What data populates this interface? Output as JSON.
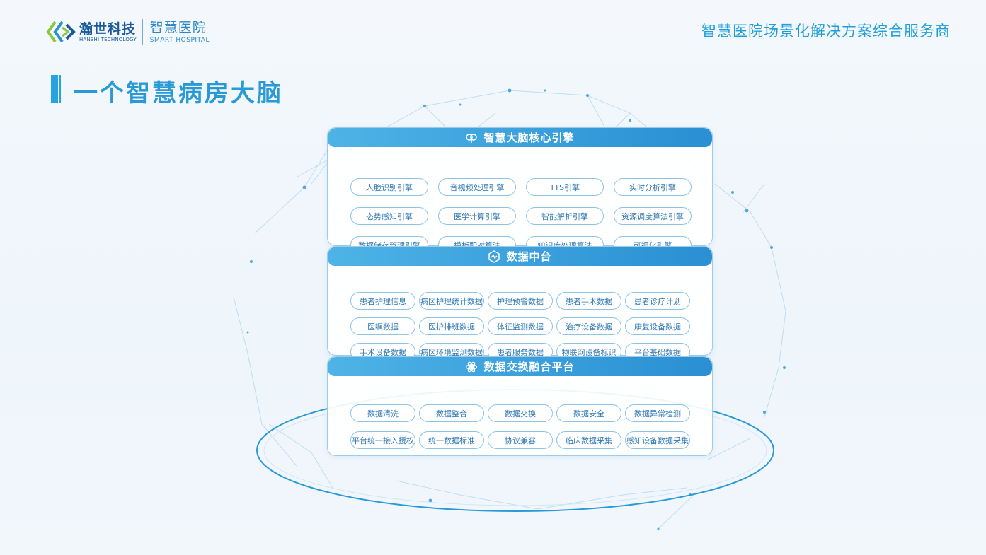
{
  "header": {
    "logo_cn": "瀚世科技",
    "logo_en": "HANSHI TECHNOLOGY",
    "logo_sub_cn": "智慧医院",
    "logo_sub_en": "SMART HOSPITAL",
    "slogan": "智慧医院场景化解决方案综合服务商"
  },
  "page_title": "一个智慧病房大脑",
  "colors": {
    "accent": "#27a3df",
    "panel_head": "#2a8fd3",
    "pill_border": "#8ec3e6",
    "text": "#2f78b3"
  },
  "panels": [
    {
      "title": "智慧大脑核心引擎",
      "icon": "brain-icon",
      "items": [
        "人脸识别引擎",
        "音视频处理引擎",
        "TTS引擎",
        "实时分析引擎",
        "态势感知引擎",
        "医学计算引擎",
        "智能解析引擎",
        "资源调度算法引擎",
        "数据储存管理引擎",
        "模板配对算法",
        "知识库处理算法",
        "可视化引擎"
      ]
    },
    {
      "title": "数据中台",
      "icon": "data-hub-icon",
      "items": [
        "患者护理信息",
        "病区护理统计数据",
        "护理预警数据",
        "患者手术数据",
        "患者诊疗计划",
        "医嘱数据",
        "医护排班数据",
        "体征监测数据",
        "治疗设备数据",
        "康复设备数据",
        "手术设备数据",
        "病区环境监测数据",
        "患者服务数据",
        "物联网设备标识",
        "平台基础数据"
      ]
    },
    {
      "title": "数据交换融合平台",
      "icon": "exchange-icon",
      "items": [
        "数据清洗",
        "数据整合",
        "数据交换",
        "数据安全",
        "数据异常检测",
        "平台统一接入授权",
        "统一数据标准",
        "协议兼容",
        "临床数据采集",
        "感知设备数据采集"
      ]
    }
  ]
}
